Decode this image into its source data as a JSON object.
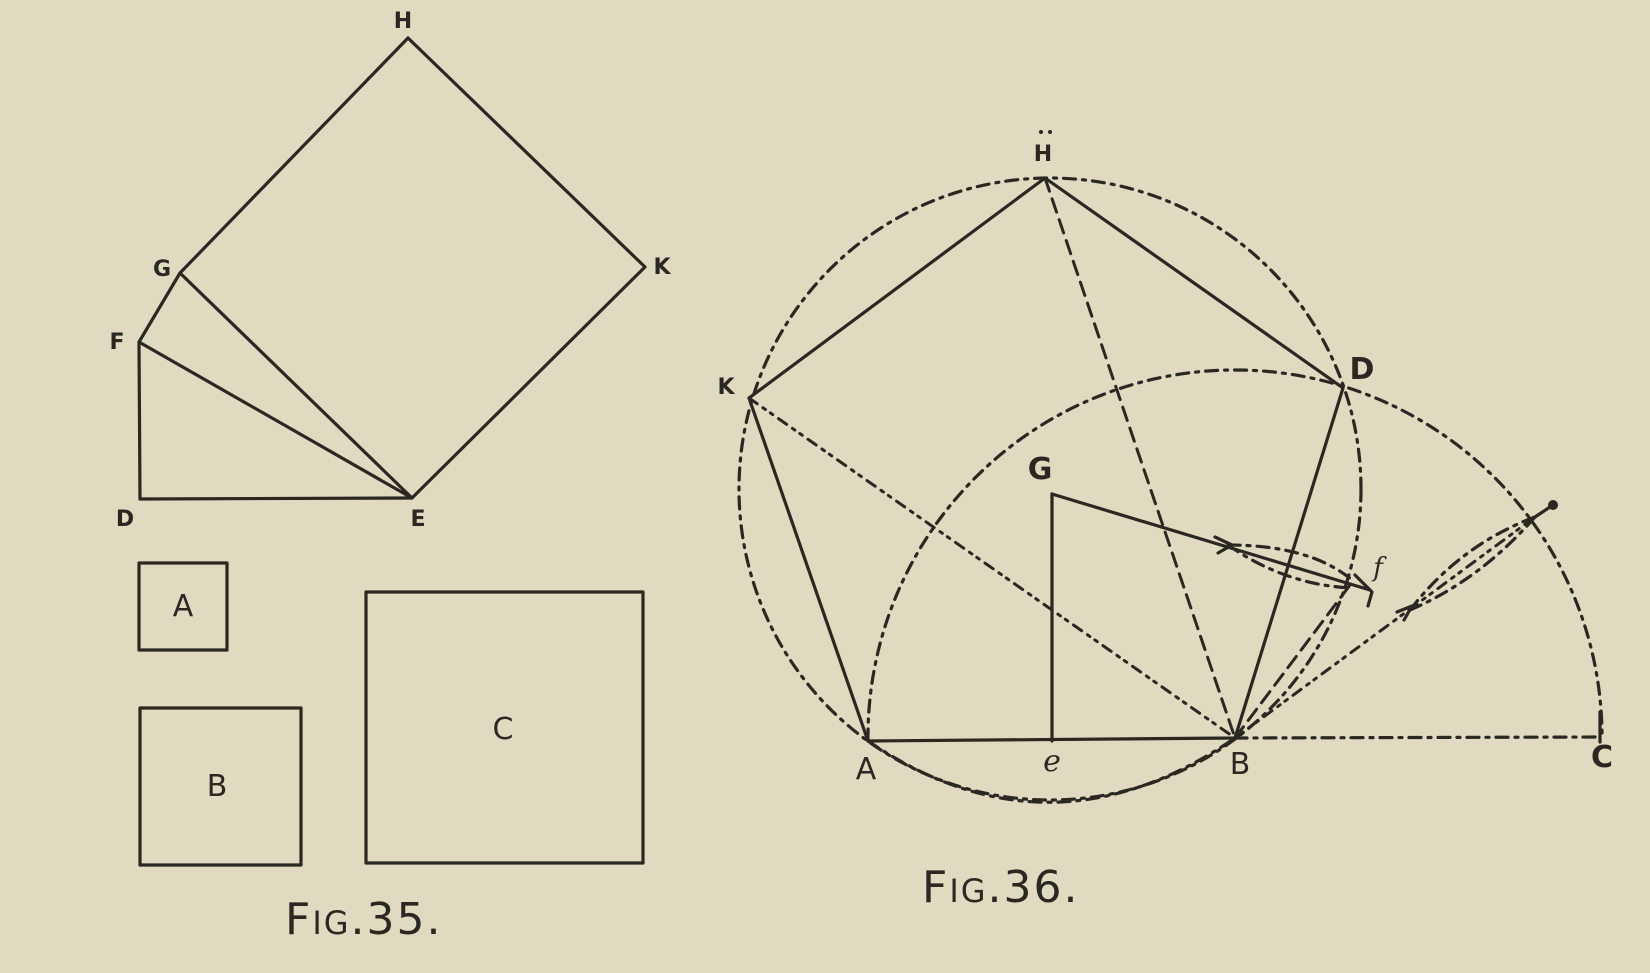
{
  "background": "#dfdac0",
  "ink": "#2b2822",
  "fig35": {
    "caption": {
      "big": "F",
      "small": "IG",
      "rest": ".35."
    },
    "labels": {
      "H": "H",
      "K": "K",
      "G": "G",
      "F": "F",
      "D": "D",
      "E": "E"
    },
    "squares": {
      "A": "A",
      "B": "B",
      "C": "C"
    }
  },
  "fig36": {
    "caption": {
      "big": "F",
      "small": "IG",
      "rest": ".36."
    },
    "labels": {
      "H": "H",
      "K": "K",
      "D": "D",
      "G": "G",
      "A": "A",
      "e": "e",
      "B": "B",
      "C": "C",
      "f": "f"
    }
  }
}
